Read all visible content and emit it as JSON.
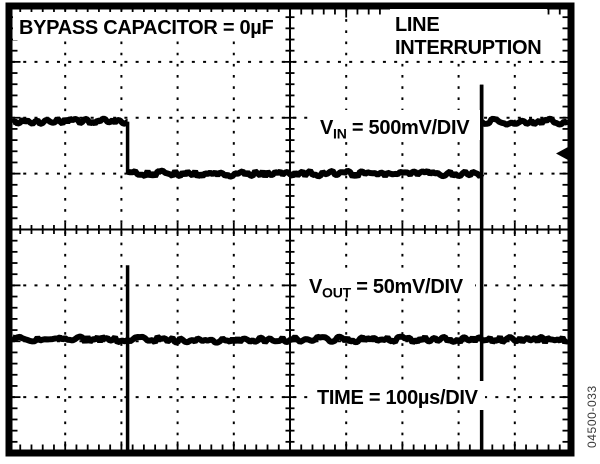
{
  "annotations": {
    "bypass_capacitor": "BYPASS CAPACITOR = 0µF",
    "line_interruption_line1": "LINE",
    "line_interruption_line2": "INTERRUPTION",
    "vin_label": {
      "pre": "V",
      "sub": "IN",
      "post": " = 500mV/DIV"
    },
    "vout_label": {
      "pre": "V",
      "sub": "OUT",
      "post": " = 50mV/DIV"
    },
    "time_scale": "TIME = 100µs/DIV",
    "figure_number": "04500-033"
  },
  "colors": {
    "foreground": "#000000",
    "background": "#ffffff",
    "figure_number_color": "#3a3a3a"
  },
  "chart_data": {
    "type": "line",
    "subtype": "oscilloscope-screenshot",
    "title": "",
    "condition_label": "BYPASS CAPACITOR = 0µF",
    "event_label": "LINE INTERRUPTION",
    "x_axis": {
      "label": "TIME",
      "scale_per_div": "100µs",
      "divisions": 10,
      "total_span_us": 1000
    },
    "graticule": {
      "h_divisions": 10,
      "v_divisions": 8,
      "minor_ticks_per_div": 5,
      "style": "dotted gridlines at each division, solid center axes and border with minor tick marks"
    },
    "series": [
      {
        "name": "VIN",
        "scale_per_div": "500mV",
        "y_units": "graticule divisions from center",
        "levels": {
          "high_div": 1.93,
          "low_div": 1.0,
          "overshoot_peak_div": 2.59
        },
        "events": {
          "interruption_t_us": 211,
          "recovery_t_us": 841
        },
        "x_us": [
          0,
          211,
          211,
          841,
          841,
          841,
          1000
        ],
        "y_div": [
          1.93,
          1.93,
          1.0,
          1.0,
          2.59,
          1.93,
          1.93
        ],
        "description": "input rail drops ~1 division (≈500mV) during line interruption, recovers with overshoot spike"
      },
      {
        "name": "VOUT",
        "scale_per_div": "50mV",
        "y_units": "graticule divisions from center",
        "baseline_div": -1.97,
        "x_us": [
          0,
          1000
        ],
        "y_div": [
          -1.97,
          -1.97
        ],
        "transients": [
          {
            "t_us": 211,
            "top_div": -0.64,
            "bottom_div": -3.96
          },
          {
            "t_us": 841,
            "top_div": 2.59,
            "bottom_div": -3.96
          }
        ],
        "description": "output stays regulated; narrow vertical glitches at interruption and recovery edges"
      }
    ],
    "trigger_marker": {
      "position": "right-edge",
      "y_div": 1.36,
      "shape": "left-pointing-arrow"
    }
  }
}
